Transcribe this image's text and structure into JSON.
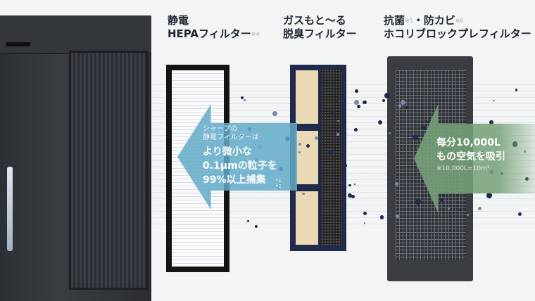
{
  "labels": {
    "hepa": {
      "line1": "静電",
      "line2": "HEPAフィルター",
      "note": "※4"
    },
    "deodorize": {
      "line1": "ガスもと～る",
      "line2": "脱臭フィルター"
    },
    "prefilter": {
      "line1a": "抗菌",
      "note1": "※5",
      "line1b": "・防カビ",
      "note2": "※6",
      "line2": "ホコリブロックプレフィルター"
    }
  },
  "blue_callout": {
    "small1": "シャープの",
    "small2": "静電フィルターは",
    "big1": "より微小な",
    "big2": "0.1µmの粒子を",
    "big3": "99%以上捕集",
    "note1": "*1",
    "note2": "*2"
  },
  "green_callout": {
    "line1": "毎分10,000L",
    "line2": "もの空気を吸引",
    "note": "※10,000L=10m³"
  },
  "colors": {
    "blue_arrow": "#62aac8",
    "green_arrow": "#76a078",
    "navy": "#1f2a4d"
  }
}
